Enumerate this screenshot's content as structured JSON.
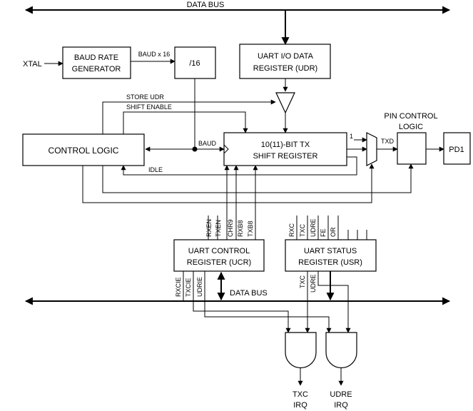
{
  "labels": {
    "data_bus_top": "DATA BUS",
    "data_bus_bottom": "DATA BUS",
    "xtal": "XTAL",
    "baud_x16": "BAUD x 16",
    "store_udr": "STORE UDR",
    "shift_enable": "SHIFT ENABLE",
    "baud": "BAUD",
    "idle": "IDLE",
    "txd": "TXD",
    "mux_one": "1"
  },
  "blocks": {
    "baud_gen": [
      "BAUD RATE",
      "GENERATOR"
    ],
    "div16": "/16",
    "udr": [
      "UART I/O DATA",
      "REGISTER (UDR)"
    ],
    "pin_control": [
      "PIN CONTROL",
      "LOGIC"
    ],
    "pd1": "PD1",
    "control_logic": "CONTROL LOGIC",
    "shift_reg": [
      "10(11)-BIT TX",
      "SHIFT REGISTER"
    ],
    "ucr": [
      "UART CONTROL",
      "REGISTER (UCR)"
    ],
    "usr": [
      "UART STATUS",
      "REGISTER (USR)"
    ]
  },
  "ucr_bits_top": [
    "RXEN",
    "TXEN",
    "CHR9",
    "RXB8",
    "TXB8"
  ],
  "usr_bits_top": [
    "RXC",
    "TXC",
    "UDRE",
    "FE",
    "OR"
  ],
  "ucr_bits_bottom": [
    "RXCIE",
    "TXCIE",
    "UDRIE"
  ],
  "usr_bits_bottom": [
    "TXC",
    "UDRE"
  ],
  "outputs": {
    "txc_irq": [
      "TXC",
      "IRQ"
    ],
    "udre_irq": [
      "UDRE",
      "IRQ"
    ]
  }
}
